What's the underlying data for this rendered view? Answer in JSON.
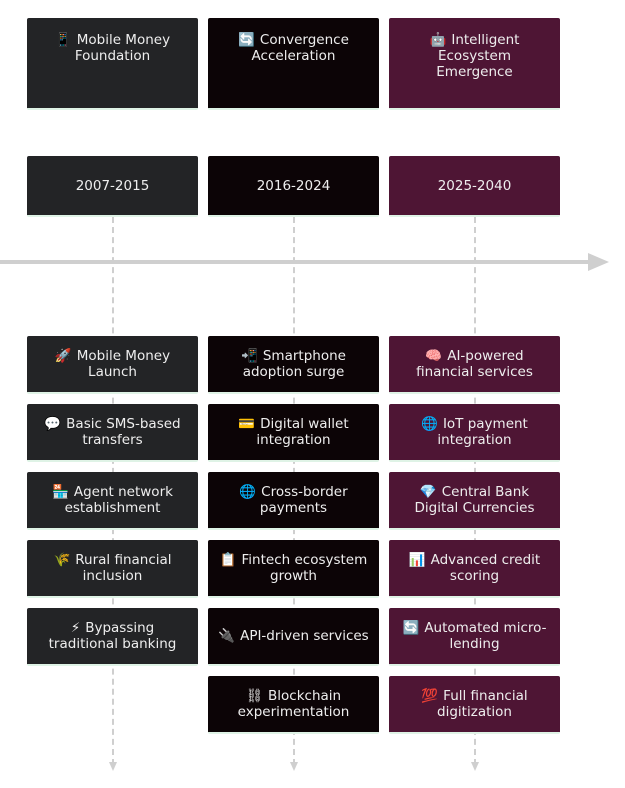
{
  "sections": [
    {
      "icon": "📱",
      "title": "Mobile Money Foundation"
    },
    {
      "icon": "🔄",
      "title": "Convergence Acceleration"
    },
    {
      "icon": "🤖",
      "title": "Intelligent Ecosystem Emergence"
    }
  ],
  "periods": [
    "2007-2015",
    "2016-2024",
    "2025-2040"
  ],
  "events": [
    [
      {
        "icon": "🚀",
        "text": "Mobile Money Launch"
      },
      {
        "icon": "💬",
        "text": "Basic SMS-based transfers"
      },
      {
        "icon": "🏪",
        "text": "Agent network establishment"
      },
      {
        "icon": "🌾",
        "text": "Rural financial inclusion"
      },
      {
        "icon": "⚡",
        "text": "Bypassing traditional banking"
      }
    ],
    [
      {
        "icon": "📲",
        "text": "Smartphone adoption surge"
      },
      {
        "icon": "💳",
        "text": "Digital wallet integration"
      },
      {
        "icon": "🌐",
        "text": "Cross-border payments"
      },
      {
        "icon": "📋",
        "text": "Fintech ecosystem growth"
      },
      {
        "icon": "🔌",
        "text": "API-driven services"
      },
      {
        "icon": "⛓",
        "text": "Blockchain experimentation"
      }
    ],
    [
      {
        "icon": "🧠",
        "text": "AI-powered financial services"
      },
      {
        "icon": "🌐",
        "text": "IoT payment integration"
      },
      {
        "icon": "💎",
        "text": "Central Bank Digital Currencies"
      },
      {
        "icon": "📊",
        "text": "Advanced credit scoring"
      },
      {
        "icon": "🔄",
        "text": "Automated micro-lending"
      },
      {
        "icon": "💯",
        "text": "Full financial digitization"
      }
    ]
  ]
}
